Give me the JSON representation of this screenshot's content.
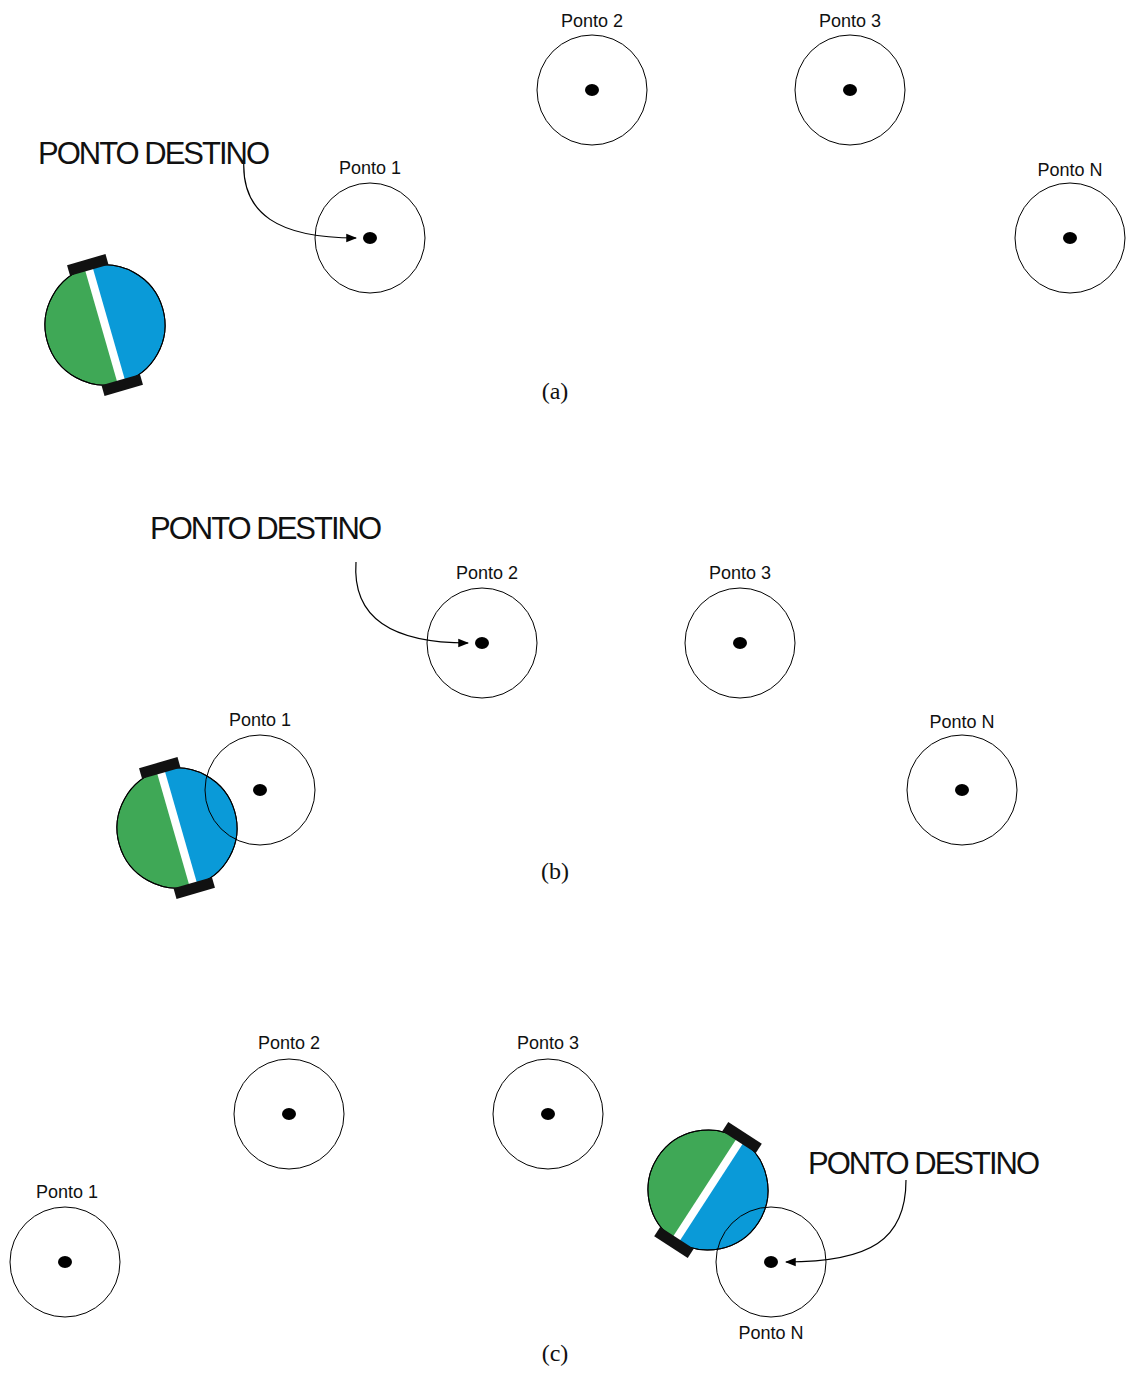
{
  "diagram": {
    "nodes": [
      {
        "text": [
          "Ponto 1"
        ]
      },
      {
        "text": [
          "Ponto 2"
        ]
      },
      {
        "text": [
          "Ponto 3"
        ]
      },
      {
        "text": [
          "Ponto N"
        ]
      },
      {
        "text": [
          "Ponto 1"
        ]
      },
      {
        "text": [
          "Ponto 2"
        ]
      },
      {
        "text": [
          "Ponto 3"
        ]
      },
      {
        "text": [
          "Ponto N"
        ]
      },
      {
        "text": [
          "Ponto 1"
        ]
      },
      {
        "text": [
          "Ponto 2"
        ]
      },
      {
        "text": [
          "Ponto 3"
        ]
      },
      {
        "text": [
          "Ponto N"
        ]
      }
    ],
    "labels": [
      "PONTO DESTINO",
      "(a)",
      "PONTO DESTINO",
      "(b)",
      "PONTO DESTINO",
      "(c)"
    ]
  }
}
